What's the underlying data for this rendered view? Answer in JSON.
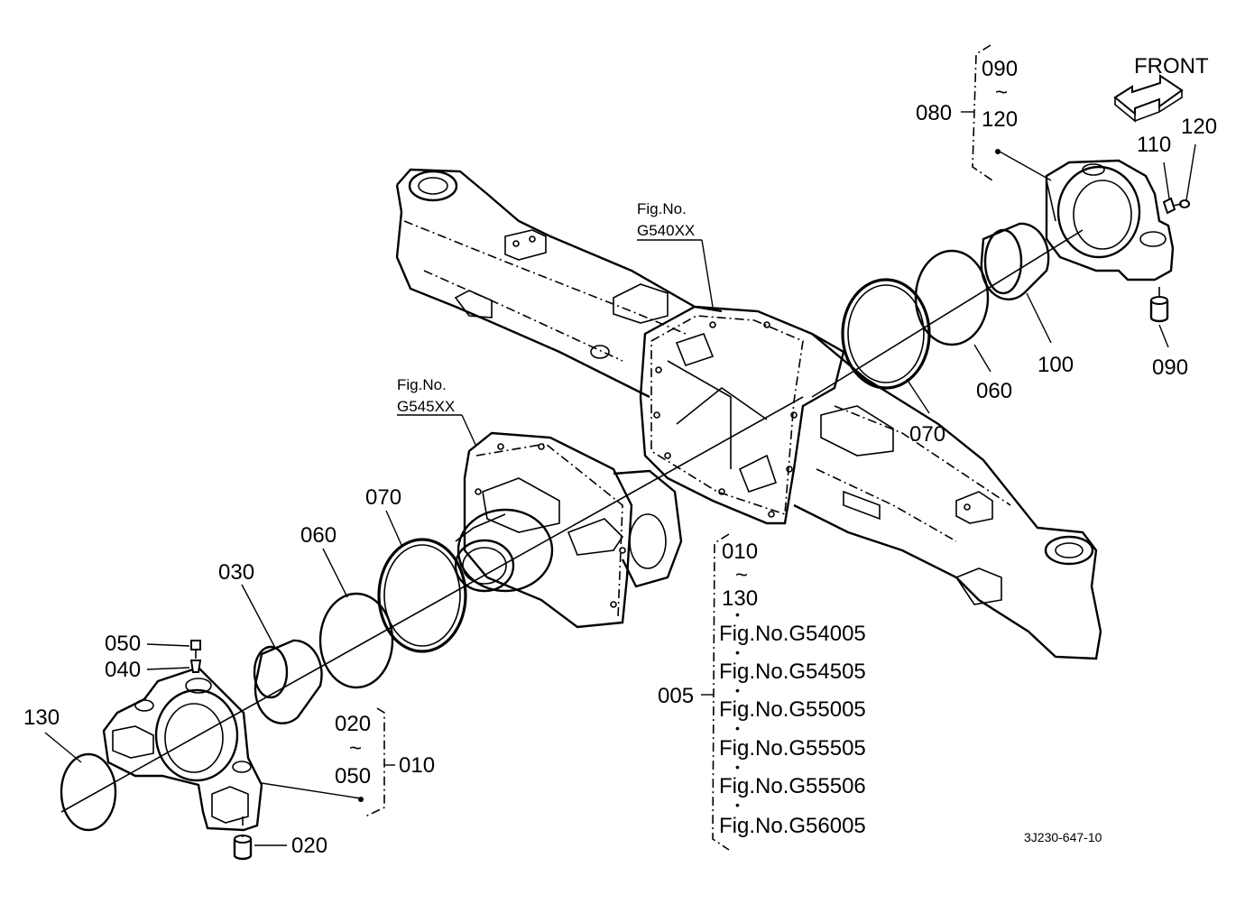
{
  "drawing_code": "3J230-647-10",
  "front_label": "FRONT",
  "tilde": "~",
  "bullet": "•",
  "fig_refs": {
    "top": {
      "line1": "Fig.No.",
      "line2": "G540XX"
    },
    "mid": {
      "line1": "Fig.No.",
      "line2": "G545XX"
    }
  },
  "callouts": {
    "c130": "130",
    "c050": "050",
    "c040": "040",
    "c030": "030",
    "c060_left": "060",
    "c070_left": "070",
    "c020_bottom": "020",
    "c010": "010",
    "c070_right": "070",
    "c060_right": "060",
    "c100": "100",
    "c090_bottom": "090",
    "c110": "110",
    "c120": "120",
    "c080": "080",
    "c005": "005"
  },
  "group_010": {
    "from": "020",
    "to": "050"
  },
  "group_080": {
    "from": "090",
    "to": "120"
  },
  "group_005": {
    "from": "010",
    "to": "130",
    "figs": [
      "Fig.No.G54005",
      "Fig.No.G54505",
      "Fig.No.G55005",
      "Fig.No.G55505",
      "Fig.No.G55506",
      "Fig.No.G56005"
    ]
  }
}
